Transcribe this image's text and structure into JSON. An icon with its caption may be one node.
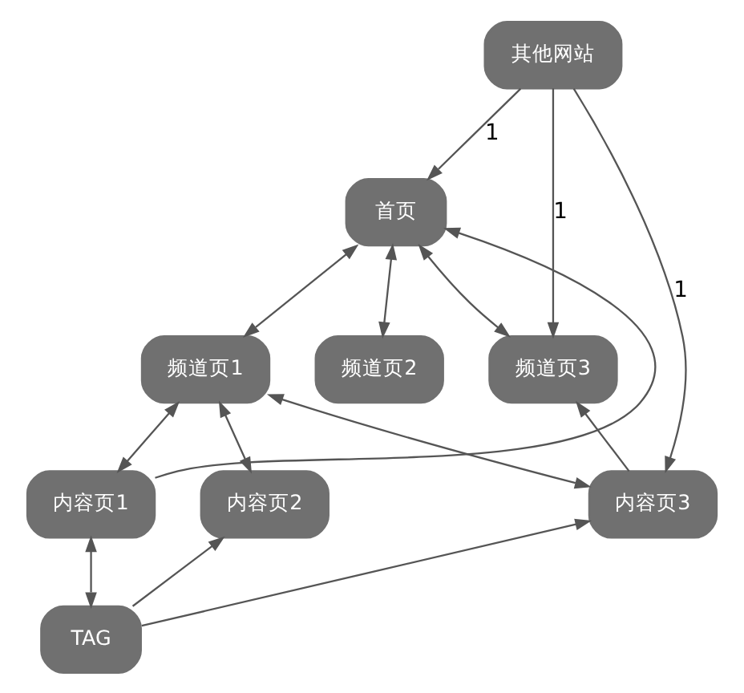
{
  "diagram": {
    "nodes": [
      {
        "text": [
          "其他网站"
        ]
      },
      {
        "text": [
          "首页"
        ]
      },
      {
        "text": [
          "频道页1"
        ]
      },
      {
        "text": [
          "频道页2"
        ]
      },
      {
        "text": [
          "频道页3"
        ]
      },
      {
        "text": [
          "内容页1"
        ]
      },
      {
        "text": [
          "内容页2"
        ]
      },
      {
        "text": [
          "内容页3"
        ]
      },
      {
        "text": [
          "TAG"
        ]
      }
    ],
    "edges": [
      {
        "from": 0,
        "to": 1,
        "arrow": "to",
        "label": "1"
      },
      {
        "from": 0,
        "to": 4,
        "arrow": "to",
        "label": "1"
      },
      {
        "from": 0,
        "to": 7,
        "arrow": "to",
        "label": "1"
      },
      {
        "from": 5,
        "to": 1,
        "arrow": "to"
      },
      {
        "from": 1,
        "to": 2,
        "arrow": "both"
      },
      {
        "from": 1,
        "to": 3,
        "arrow": "both"
      },
      {
        "from": 1,
        "to": 4,
        "arrow": "both"
      },
      {
        "from": 2,
        "to": 5,
        "arrow": "both"
      },
      {
        "from": 2,
        "to": 6,
        "arrow": "both"
      },
      {
        "from": 2,
        "to": 7,
        "arrow": "both"
      },
      {
        "from": 7,
        "to": 4,
        "arrow": "to"
      },
      {
        "from": 5,
        "to": 8,
        "arrow": "both"
      },
      {
        "from": 8,
        "to": 6,
        "arrow": "to"
      },
      {
        "from": 8,
        "to": 7,
        "arrow": "to"
      }
    ]
  }
}
